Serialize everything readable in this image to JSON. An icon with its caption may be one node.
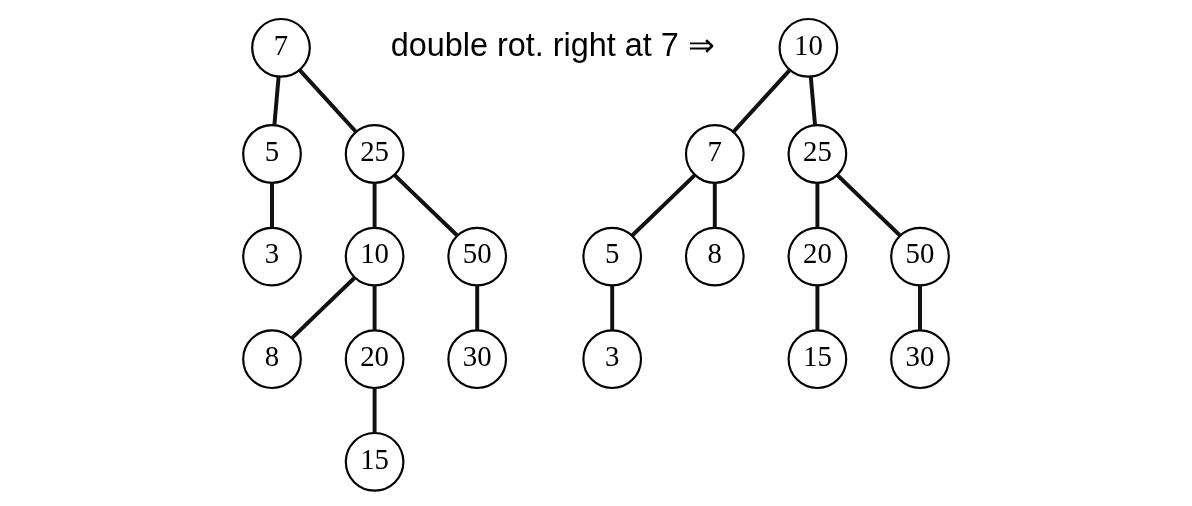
{
  "diagram": {
    "nodes": [
      {
        "text": [
          "7"
        ]
      },
      {
        "text": [
          "5"
        ]
      },
      {
        "text": [
          "3"
        ]
      },
      {
        "text": [
          "25"
        ]
      },
      {
        "text": [
          "10"
        ]
      },
      {
        "text": [
          "50"
        ]
      },
      {
        "text": [
          "8"
        ]
      },
      {
        "text": [
          "20"
        ]
      },
      {
        "text": [
          "30"
        ]
      },
      {
        "text": [
          "15"
        ]
      },
      {
        "text": [
          "10"
        ]
      },
      {
        "text": [
          "7"
        ]
      },
      {
        "text": [
          "25"
        ]
      },
      {
        "text": [
          "5"
        ]
      },
      {
        "text": [
          "8"
        ]
      },
      {
        "text": [
          "20"
        ]
      },
      {
        "text": [
          "50"
        ]
      },
      {
        "text": [
          "3"
        ]
      },
      {
        "text": [
          "15"
        ]
      },
      {
        "text": [
          "30"
        ]
      }
    ],
    "edges": [
      {
        "from": 0,
        "to": 1,
        "arrow": "none"
      },
      {
        "from": 1,
        "to": 2,
        "arrow": "none"
      },
      {
        "from": 0,
        "to": 3,
        "arrow": "none"
      },
      {
        "from": 3,
        "to": 4,
        "arrow": "none"
      },
      {
        "from": 3,
        "to": 5,
        "arrow": "none"
      },
      {
        "from": 4,
        "to": 6,
        "arrow": "none"
      },
      {
        "from": 4,
        "to": 7,
        "arrow": "none"
      },
      {
        "from": 5,
        "to": 8,
        "arrow": "none"
      },
      {
        "from": 7,
        "to": 9,
        "arrow": "none"
      },
      {
        "from": 10,
        "to": 11,
        "arrow": "none"
      },
      {
        "from": 10,
        "to": 12,
        "arrow": "none"
      },
      {
        "from": 11,
        "to": 13,
        "arrow": "none"
      },
      {
        "from": 11,
        "to": 14,
        "arrow": "none"
      },
      {
        "from": 12,
        "to": 15,
        "arrow": "none"
      },
      {
        "from": 12,
        "to": 16,
        "arrow": "none"
      },
      {
        "from": 13,
        "to": 17,
        "arrow": "none"
      },
      {
        "from": 15,
        "to": 18,
        "arrow": "none"
      },
      {
        "from": 16,
        "to": 19,
        "arrow": "none"
      }
    ],
    "labels": [
      "double rot. right at 7 ⇒"
    ]
  }
}
